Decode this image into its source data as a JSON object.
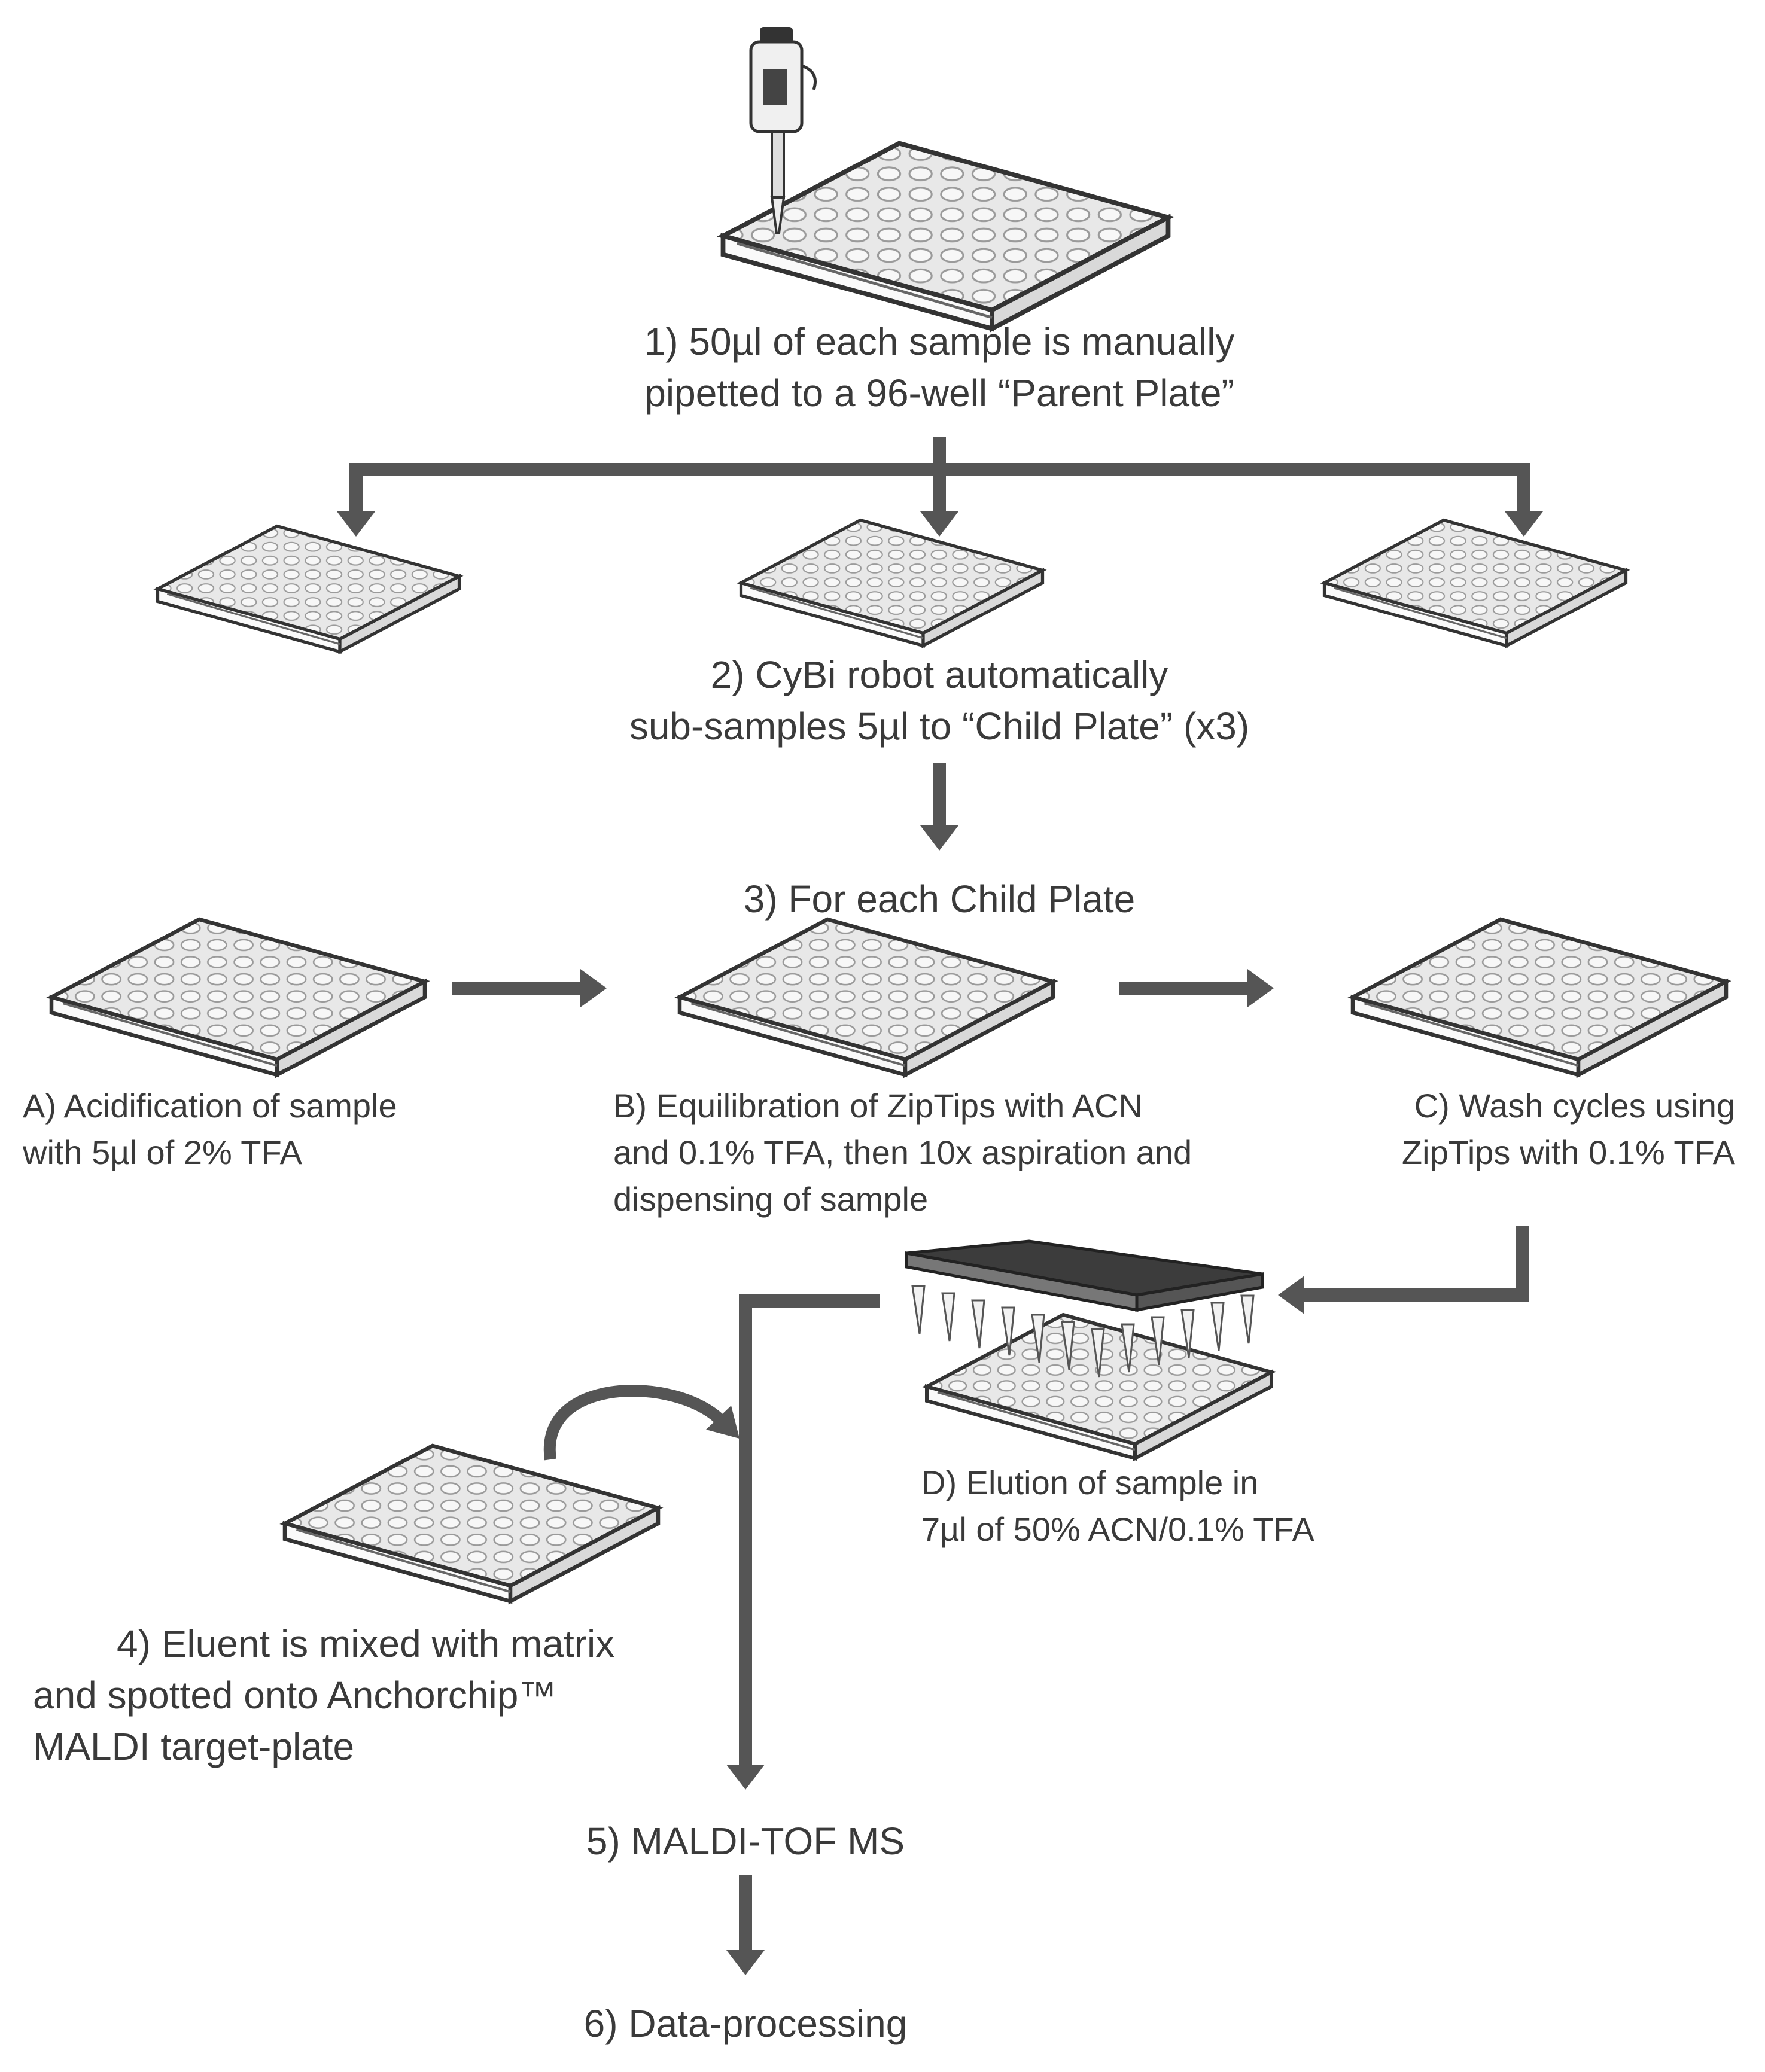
{
  "steps": {
    "step1": {
      "line1": "1) 50µl of each sample is manually",
      "line2": "pipetted to a 96-well “Parent Plate”"
    },
    "step2": {
      "line1": "2) CyBi robot automatically",
      "line2": "sub-samples 5µl to “Child Plate” (x3)"
    },
    "step3": {
      "line1": "3) For each Child Plate"
    },
    "substepA": {
      "line1": "A)     Acidification of sample",
      "line2": "with 5µl of 2% TFA"
    },
    "substepB": {
      "line1": "B)     Equilibration of ZipTips with ACN",
      "line2": "and 0.1% TFA, then 10x aspiration and",
      "line3": "dispensing of sample"
    },
    "substepC": {
      "line1": "C)     Wash cycles using",
      "line2": "ZipTips with 0.1% TFA"
    },
    "substepD": {
      "line1": "D)     Elution of sample in",
      "line2": "7µl of 50% ACN/0.1% TFA"
    },
    "step4": {
      "line1": "4) Eluent is mixed with matrix",
      "line2": "and spotted onto Anchorchip™",
      "line3": "MALDI target-plate"
    },
    "step5": {
      "line1": "5) MALDI-TOF MS"
    },
    "step6": {
      "line1": "6) Data-processing"
    }
  },
  "icons": {
    "pipette": "pipette-icon",
    "plate": "well-plate-icon",
    "ziptip_rack": "ziptip-rack-icon"
  },
  "colors": {
    "arrow": "#555555",
    "text": "#3a3a3a",
    "plate_outline": "#333333",
    "plate_fill": "#e6e6e6"
  }
}
